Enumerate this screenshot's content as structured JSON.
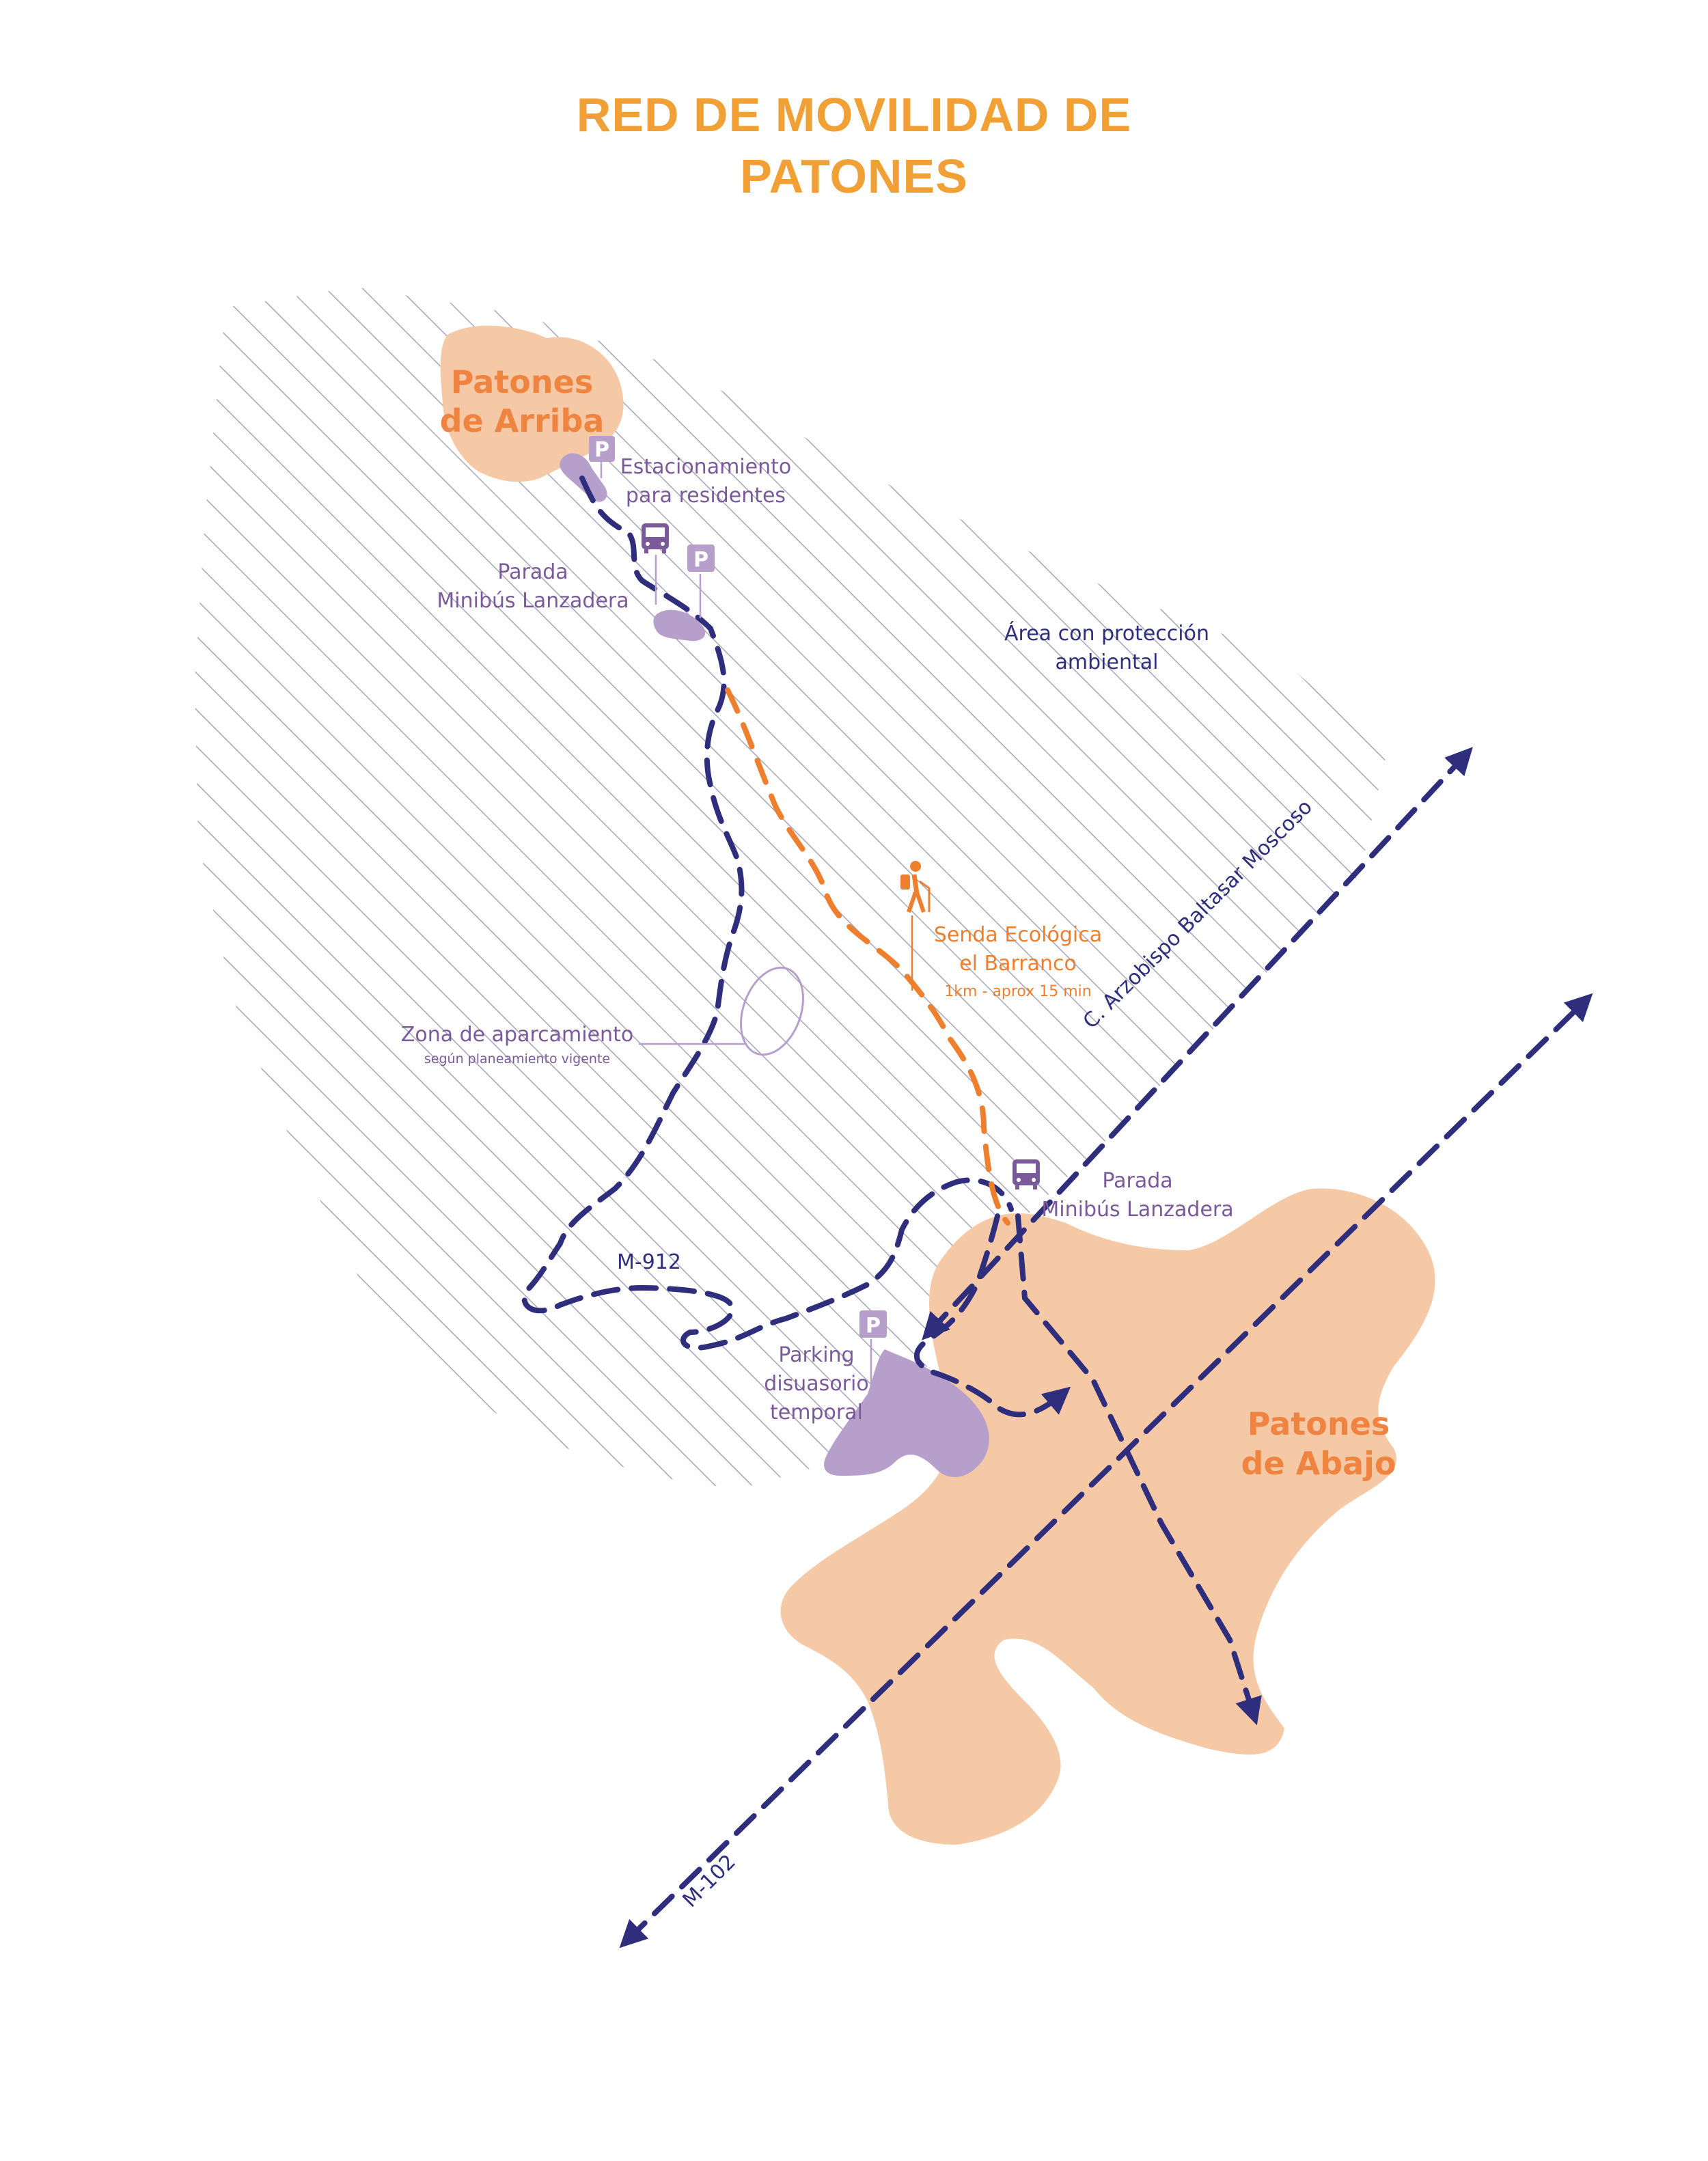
{
  "title": {
    "line1": "RED DE MOVILIDAD DE",
    "line2": "PATONES"
  },
  "colors": {
    "title": "#F0A035",
    "route": "#2E2E7C",
    "trail": "#EE7F2E",
    "town_fill": "#F6C9A6",
    "town_label": "#EF8340",
    "parking_fill": "#B79FCB",
    "poi_purple": "#7A5A9A",
    "hatch": "#A6A6B6",
    "protection_label": "#2E2E7C"
  },
  "places": {
    "patones_arriba": {
      "line1": "Patones",
      "line2": "de Arriba"
    },
    "patones_abajo": {
      "line1": "Patones",
      "line2": "de Abajo"
    }
  },
  "labels": {
    "estacionamiento": {
      "line1": "Estacionamiento",
      "line2": "para residentes"
    },
    "parada_top": {
      "line1": "Parada",
      "line2": "Minibús Lanzadera"
    },
    "parada_bottom": {
      "line1": "Parada",
      "line2": "Minibús Lanzadera"
    },
    "area_proteccion": {
      "line1": "Área con protección",
      "line2": "ambiental"
    },
    "senda": {
      "line1": "Senda Ecológica",
      "line2": "el Barranco",
      "line3": "1km - aprox 15 min"
    },
    "zona_aparcamiento": {
      "line1": "Zona de aparcamiento",
      "line2": "según planeamiento vigente"
    },
    "parking_disuasorio": {
      "line1": "Parking",
      "line2": "disuasorio",
      "line3": "temporal"
    }
  },
  "roads": {
    "m912": "M-912",
    "m102": "M-102",
    "arzobispo": "C. Arzobispo Baltasar Moscoso"
  },
  "icons": {
    "parking_letter": "P",
    "parking": "parking-sign-icon",
    "bus": "bus-icon",
    "hiker": "hiker-icon"
  }
}
